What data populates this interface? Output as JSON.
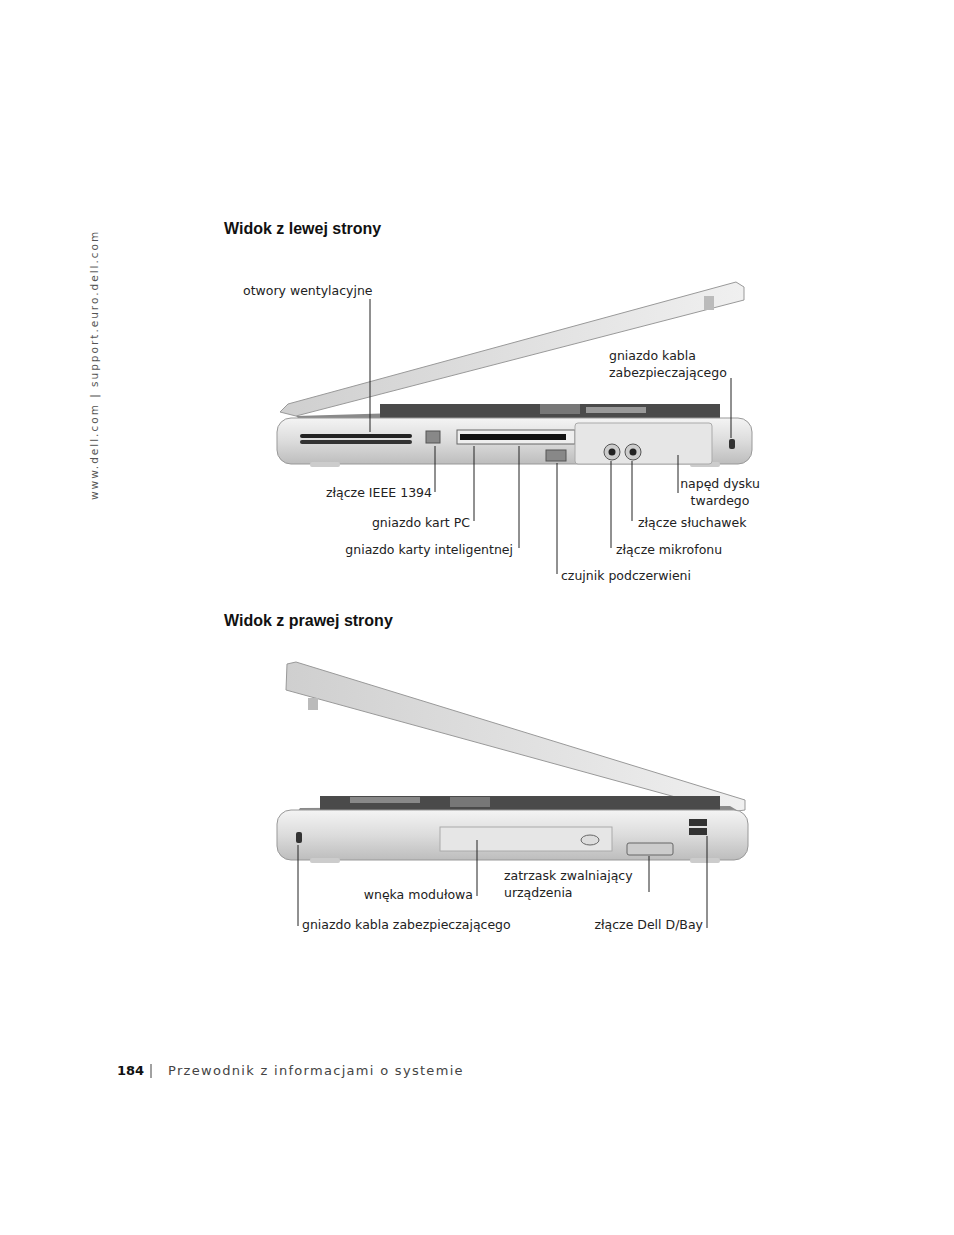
{
  "diagram": {
    "labels": [
      "www.dell.com | support.euro.dell.com",
      "Widok z lewej strony",
      "otwory wentylacyjne",
      "gniazdo kabla zabezpieczającego",
      "napęd dysku twardego",
      "złącze IEEE 1394",
      "gniazdo kart PC",
      "złącze słuchawek",
      "gniazdo karty inteligentnej",
      "złącze mikrofonu",
      "czujnik podczerwieni",
      "Widok z prawej strony",
      "zatrzask zwalniający urządzenia",
      "wnęka modułowa",
      "gniazdo kabla zabezpieczającego",
      "złącze Dell D/Bay",
      "184",
      "Przewodnik z informacjami o systemie"
    ]
  }
}
